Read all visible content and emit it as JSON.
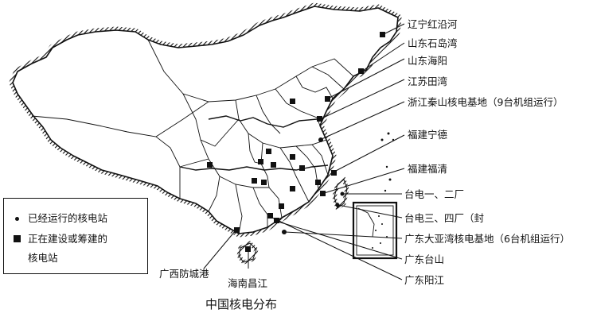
{
  "title": "中国核电分布",
  "legend": {
    "operating": "已经运行的核电站",
    "building_line1": "正在建设或筹建的",
    "building_line2": "核电站"
  },
  "labels": {
    "liaoning_hongyanhe": "辽宁红沿河",
    "shandong_shidaowan": "山东石岛湾",
    "shandong_haiyang": "山东海阳",
    "jiangsu_tianwan": "江苏田湾",
    "zhejiang_qinshan": "浙江秦山核电基地（9台机组运行）",
    "fujian_ningde": "福建宁德",
    "fujian_fuqing": "福建福清",
    "taidian_1_2": "台电一、二厂",
    "taidian_3_4": "台电三、四厂（封",
    "guangdong_daya": "广东大亚湾核电基地（6台机组运行）",
    "guangdong_taishan": "广东台山",
    "guangdong_yangjiang": "广东阳江",
    "guangxi_fangchenggang": "广西防城港",
    "hainan_changjiang": "海南昌江"
  },
  "colors": {
    "ink": "#111111",
    "background": "#ffffff"
  }
}
